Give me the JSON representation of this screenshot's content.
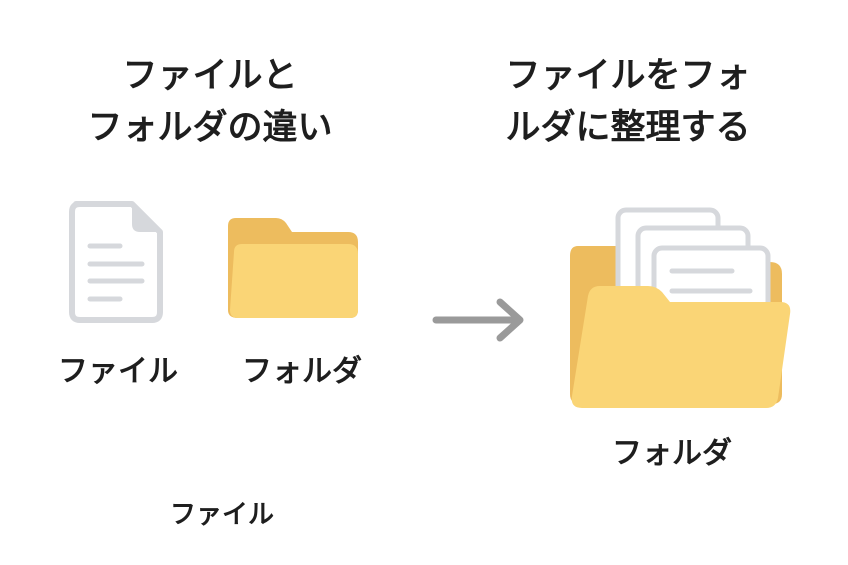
{
  "left_title": {
    "line1": "ファイルと",
    "line2": "フォルダの違い"
  },
  "right_title": {
    "line1": "ファイルをフォ",
    "line2": "ルダに整理する"
  },
  "labels": {
    "file": "ファイル",
    "folder": "フォルダ",
    "organized_folder": "フォルダ",
    "bottom_file": "ファイル"
  },
  "colors": {
    "folder_front": "#FAD576",
    "folder_back": "#EDBC5E",
    "document": "#D6D8DC",
    "arrow": "#9A9A9A",
    "text": "#1E1E1E"
  },
  "icons": {
    "file": "document-icon",
    "folder": "folder-icon",
    "arrow": "arrow-right-icon",
    "open_folder": "open-folder-with-documents-icon"
  }
}
